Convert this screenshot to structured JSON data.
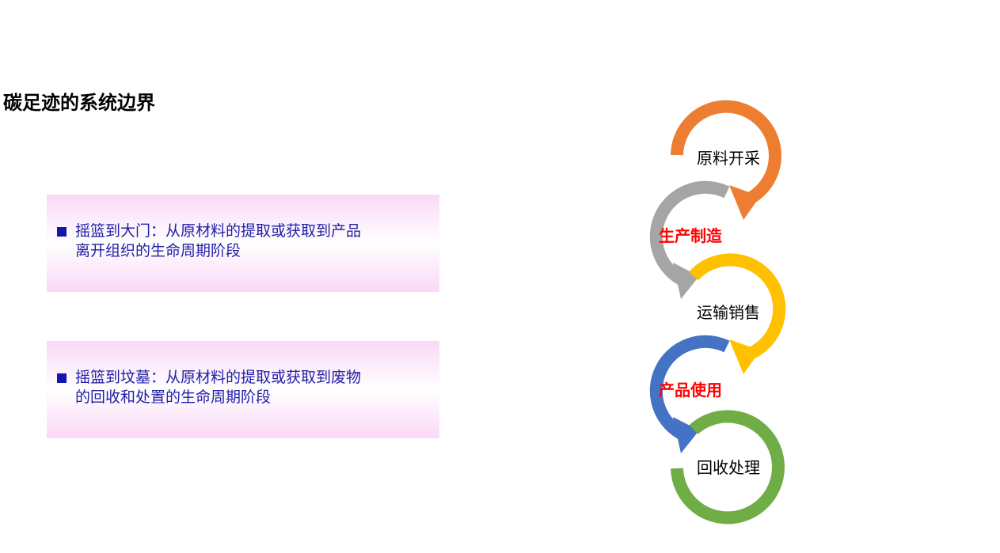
{
  "slide": {
    "title": "碳足迹的系统边界"
  },
  "boundaries": [
    {
      "line1": "摇篮到大门：从原材料的提取或获取到产品",
      "line2": "离开组织的生命周期阶段"
    },
    {
      "line1": "摇篮到坟墓：从原材料的提取或获取到废物",
      "line2": "的回收和处置的生命周期阶段"
    }
  ],
  "lifecycle": {
    "stages": [
      {
        "label": "原料开采",
        "color": "#ED7D31",
        "highlight": false
      },
      {
        "label": "生产制造",
        "color": "#A5A5A5",
        "highlight": true
      },
      {
        "label": "运输销售",
        "color": "#FFC000",
        "highlight": false
      },
      {
        "label": "产品使用",
        "color": "#4472C4",
        "highlight": true
      },
      {
        "label": "回收处理",
        "color": "#70AD47",
        "highlight": false
      }
    ],
    "highlight_color": "#FF0000"
  }
}
